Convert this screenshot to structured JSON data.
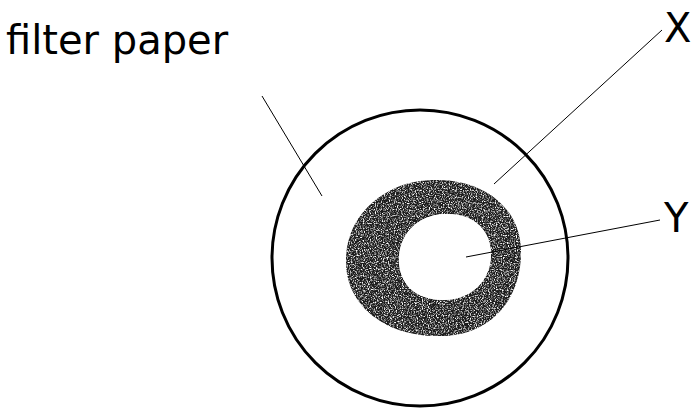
{
  "diagram": {
    "labels": [
      "filter paper",
      "X",
      "Y"
    ]
  }
}
